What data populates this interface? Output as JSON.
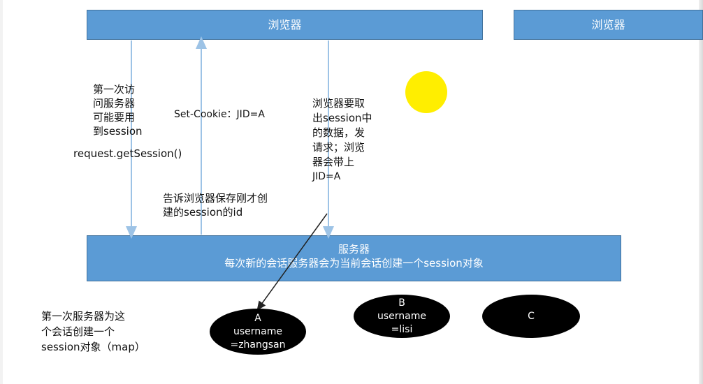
{
  "browser_main": {
    "label": "浏览器"
  },
  "browser_right": {
    "label": "浏览器"
  },
  "server": {
    "title": "服务器",
    "subtitle": "每次新的会话服务器会为当前会话创建一个session对象"
  },
  "annotations": {
    "first_visit": [
      "第一次访",
      "问服务器",
      "可能要用",
      "到session"
    ],
    "get_session": "request.getSession()",
    "set_cookie": "Set-Cookie：JID=A",
    "tell_browser": [
      "告诉浏览器保存刚才创",
      "建的session的id"
    ],
    "browser_fetch": [
      "浏览器要取",
      "出session中",
      "的数据，发",
      "请求；浏览",
      "器会带上",
      "JID=A"
    ],
    "first_create": [
      "第一次服务器为这",
      "个会话创建一个",
      "session对象（map）"
    ]
  },
  "sessions": [
    {
      "id": "A",
      "lines": [
        "A",
        "username",
        "=zhangsan"
      ]
    },
    {
      "id": "B",
      "lines": [
        "B",
        "username",
        "=lisi"
      ]
    },
    {
      "id": "C",
      "lines": [
        "C"
      ]
    }
  ],
  "colors": {
    "box": "#5b9bd5",
    "arrow": "#9dc3e6",
    "cursor_highlight": "#ffee00"
  }
}
